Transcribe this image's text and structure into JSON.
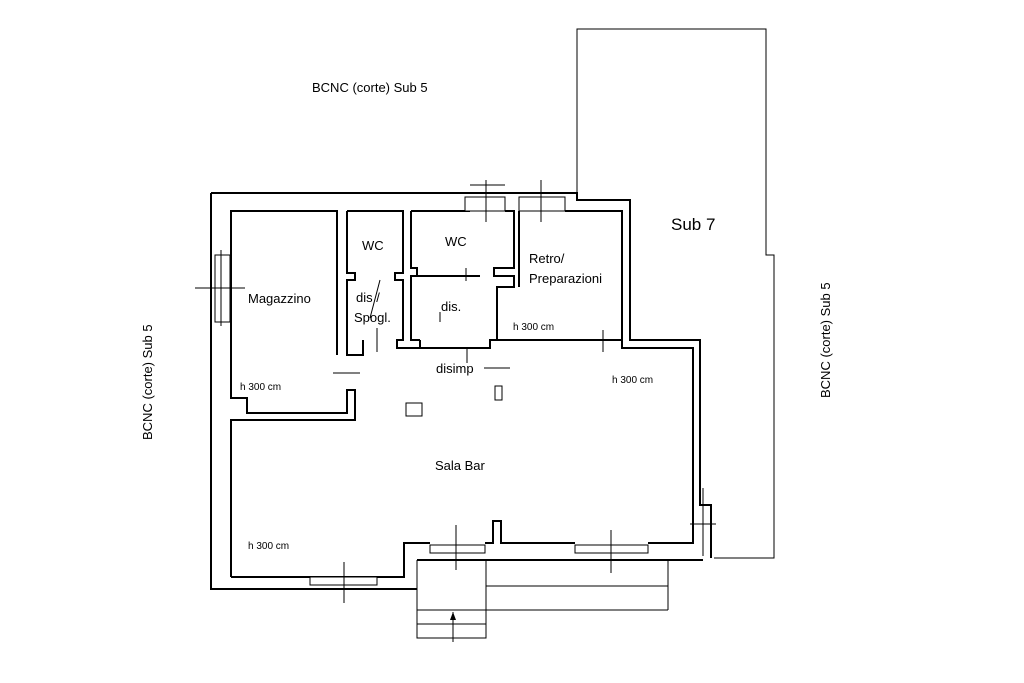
{
  "labels": {
    "court_top": "BCNC (corte) Sub 5",
    "court_left": "BCNC (corte) Sub 5",
    "court_right": "BCNC (corte) Sub 5",
    "sub7": "Sub 7"
  },
  "rooms": {
    "magazzino": "Magazzino",
    "wc_1": "WC",
    "dis_spogl_1": "dis /",
    "dis_spogl_2": "Spogl.",
    "wc_2": "WC",
    "dis": "dis.",
    "retro_1": "Retro/",
    "retro_2": "Preparazioni",
    "disimp": "disimp",
    "sala_bar": "Sala Bar"
  },
  "heights": {
    "retro": "h 300 cm",
    "bar_right": "h 300 cm",
    "magazzino": "h 300 cm",
    "sala_bar": "h 300 cm"
  }
}
